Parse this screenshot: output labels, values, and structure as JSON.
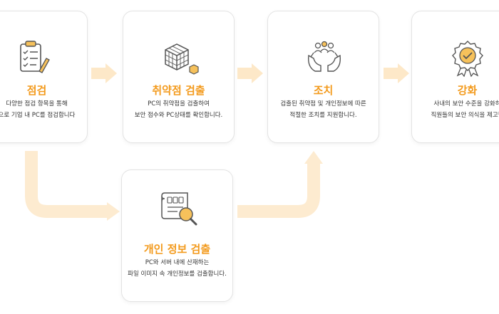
{
  "steps": {
    "check": {
      "icon": "clipboard-checklist-icon",
      "title": "점검",
      "line1": "다양한 점검 항목을 통해",
      "line2": "으로 기업 내 PC를 점검합니다"
    },
    "vuln": {
      "icon": "cube-grid-icon",
      "title": "취약점 검출",
      "line1": "PC의 취약점을 검출하여",
      "line2": "보안 점수와 PC상태를 확인합니다."
    },
    "action": {
      "icon": "hands-people-icon",
      "title": "조치",
      "line1": "검출된 취약점 및 개인정보에 따른",
      "line2": "적절한 조치를 지원합니다."
    },
    "strengthen": {
      "icon": "shield-badge-icon",
      "title": "강화",
      "line1": "사내의 보안 수준을 강화하",
      "line2": "직원들의 보안 의식을 제고합"
    },
    "privacy": {
      "icon": "document-search-icon",
      "title": "개인 정보 검출",
      "line1": "PC와 서버 내에 산재하는",
      "line2": "파일 이미지 속 개인정보를 검출합니다."
    }
  },
  "colors": {
    "accent": "#f39a1c",
    "arrow": "#fde8c8",
    "border": "#e3e3e3"
  }
}
